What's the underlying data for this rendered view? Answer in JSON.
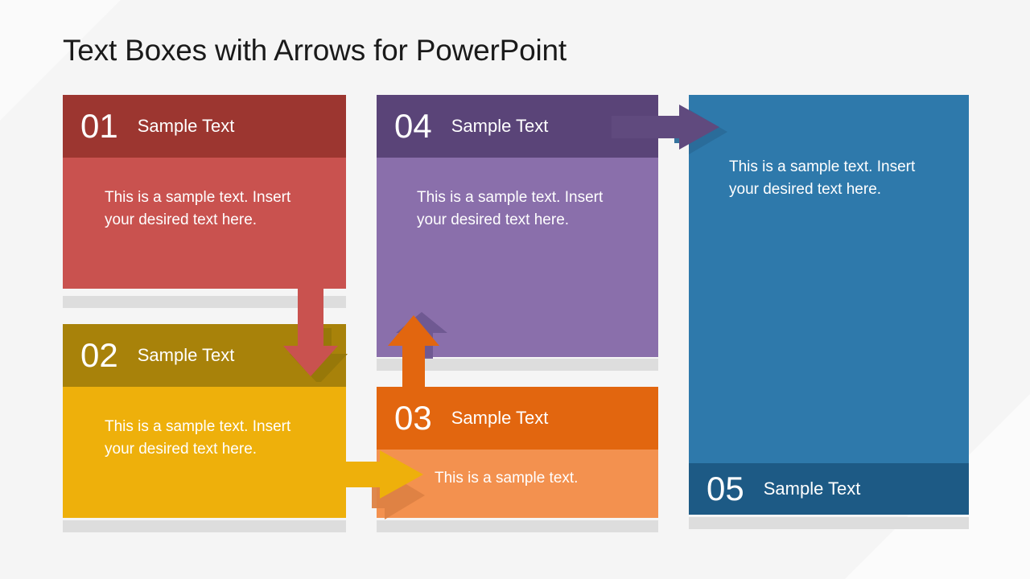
{
  "slide": {
    "title": "Text Boxes with Arrows for PowerPoint",
    "background_color": "#f5f5f5",
    "shadow_color": "#dddddd"
  },
  "boxes": [
    {
      "id": "01",
      "number": "01",
      "title": "Sample Text",
      "body": "This is a sample text. Insert your desired text here.",
      "header_color": "#9c3630",
      "body_color": "#c9524f",
      "header_position": "top"
    },
    {
      "id": "02",
      "number": "02",
      "title": "Sample Text",
      "body": "This is a sample text. Insert your desired text here.",
      "header_color": "#a8820a",
      "body_color": "#eeb00b",
      "header_position": "top"
    },
    {
      "id": "03",
      "number": "03",
      "title": "Sample Text",
      "body": "This is a sample text.",
      "header_color": "#e2660f",
      "body_color": "#f3914f",
      "header_position": "top"
    },
    {
      "id": "04",
      "number": "04",
      "title": "Sample Text",
      "body": "This is a sample text. Insert your desired text here.",
      "header_color": "#5a4478",
      "body_color": "#8a6fab",
      "header_position": "top"
    },
    {
      "id": "05",
      "number": "05",
      "title": "Sample Text",
      "body": "This is a sample text. Insert your desired text here.",
      "header_color": "#1d5a85",
      "body_color": "#2e79ab",
      "header_position": "bottom"
    }
  ],
  "arrows": [
    {
      "name": "arrow-down-red",
      "direction": "down",
      "from": "01",
      "to": "02",
      "color": "#c9524f",
      "shadow_color": "#96770a"
    },
    {
      "name": "arrow-right-purple",
      "direction": "right",
      "from": "04",
      "to": "05",
      "color": "#604a7e",
      "shadow_color": "#2a6c99"
    },
    {
      "name": "arrow-right-gold",
      "direction": "right",
      "from": "02",
      "to": "03",
      "color": "#eeb00b",
      "shadow_color": "#dd8243"
    },
    {
      "name": "arrow-up-orange",
      "direction": "up",
      "from": "03",
      "to": "04",
      "color": "#e2660f",
      "shadow_color": "#6e5790"
    }
  ]
}
